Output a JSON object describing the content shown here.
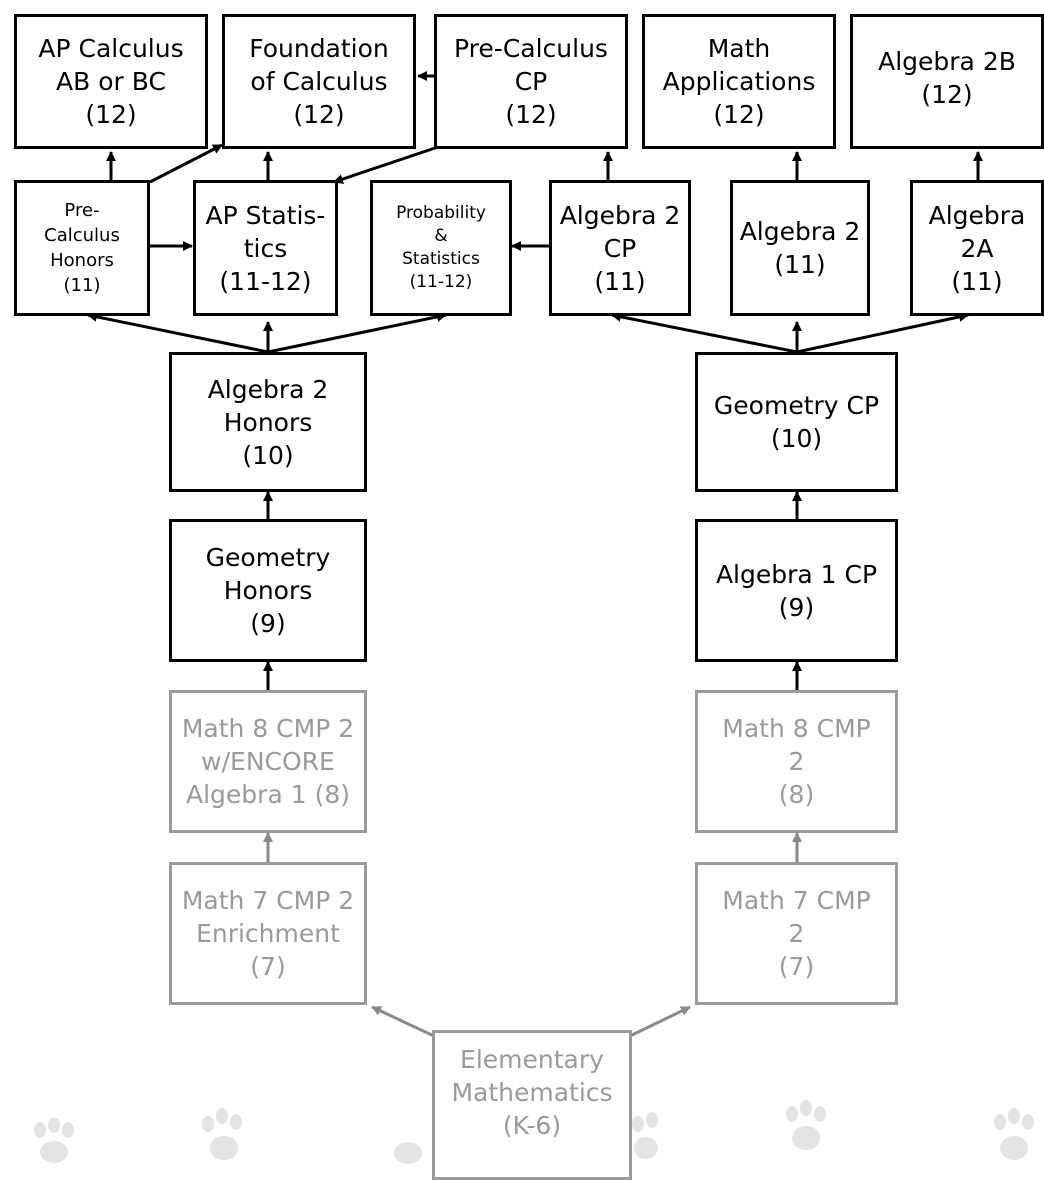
{
  "diagram": {
    "courses": {
      "ap_calculus": "AP Calculus\nAB or BC\n(12)",
      "foundation_calculus": "Foundation\nof Calculus\n(12)",
      "precalc_cp": "Pre-Calculus\nCP\n(12)",
      "math_applications": "Math\nApplications\n(12)",
      "algebra_2b": "Algebra 2B\n(12)",
      "precalc_honors": "Pre-\nCalculus\nHonors\n(11)",
      "ap_statistics": "AP Statis-\ntics\n(11-12)",
      "prob_stats": "Probability\n&\nStatistics\n(11-12)",
      "algebra_2_cp": "Algebra 2\nCP\n(11)",
      "algebra_2": "Algebra 2\n(11)",
      "algebra_2a": "Algebra\n2A\n(11)",
      "algebra_2_honors": "Algebra 2\nHonors\n(10)",
      "geometry_cp": "Geometry CP\n(10)",
      "geometry_honors": "Geometry\nHonors\n(9)",
      "algebra_1_cp": "Algebra 1 CP\n(9)",
      "math8_encore": "Math 8 CMP 2\nw/ENCORE\nAlgebra 1 (8)",
      "math8": "Math 8 CMP\n2\n(8)",
      "math7_enrichment": "Math 7 CMP 2\nEnrichment\n(7)",
      "math7": "Math 7 CMP\n2\n(7)",
      "elementary": "Elementary\nMathematics\n(K-6)"
    },
    "colors": {
      "active": "#000000",
      "middle_school": "#9a9a9a",
      "paw": "#e6e6e6"
    },
    "icons": [
      "paw-print-icon"
    ]
  }
}
